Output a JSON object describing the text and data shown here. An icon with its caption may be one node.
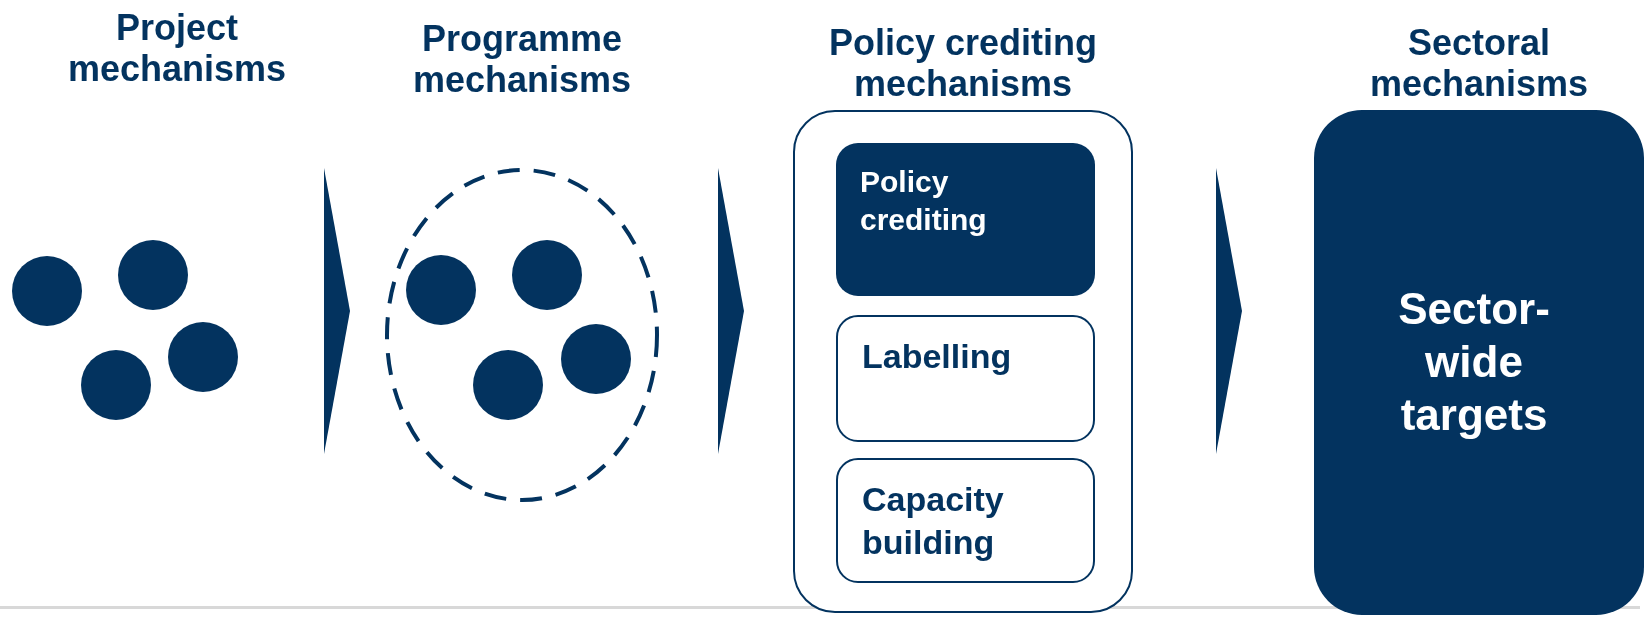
{
  "diagram": {
    "nodes": [
      {
        "text": [
          "Project mechanisms"
        ]
      },
      {
        "text": [],
        "shape": "circle"
      },
      {
        "text": [],
        "shape": "circle"
      },
      {
        "text": [],
        "shape": "circle"
      },
      {
        "text": [],
        "shape": "circle"
      },
      {
        "text": [
          "Programme mechanisms"
        ]
      },
      {
        "text": [],
        "shape": "circle",
        "in": 5
      },
      {
        "text": [],
        "shape": "circle",
        "in": 5
      },
      {
        "text": [],
        "shape": "circle",
        "in": 5
      },
      {
        "text": [],
        "shape": "circle",
        "in": 5
      },
      {
        "text": [
          "Policy crediting mechanisms"
        ]
      },
      {
        "text": [
          "Policy crediting"
        ],
        "in": 10
      },
      {
        "text": [
          "Labelling"
        ],
        "in": 10
      },
      {
        "text": [
          "Capacity building"
        ],
        "in": 10
      },
      {
        "text": [
          "Sectoral mechanisms",
          "Sector-wide targets"
        ]
      }
    ]
  }
}
